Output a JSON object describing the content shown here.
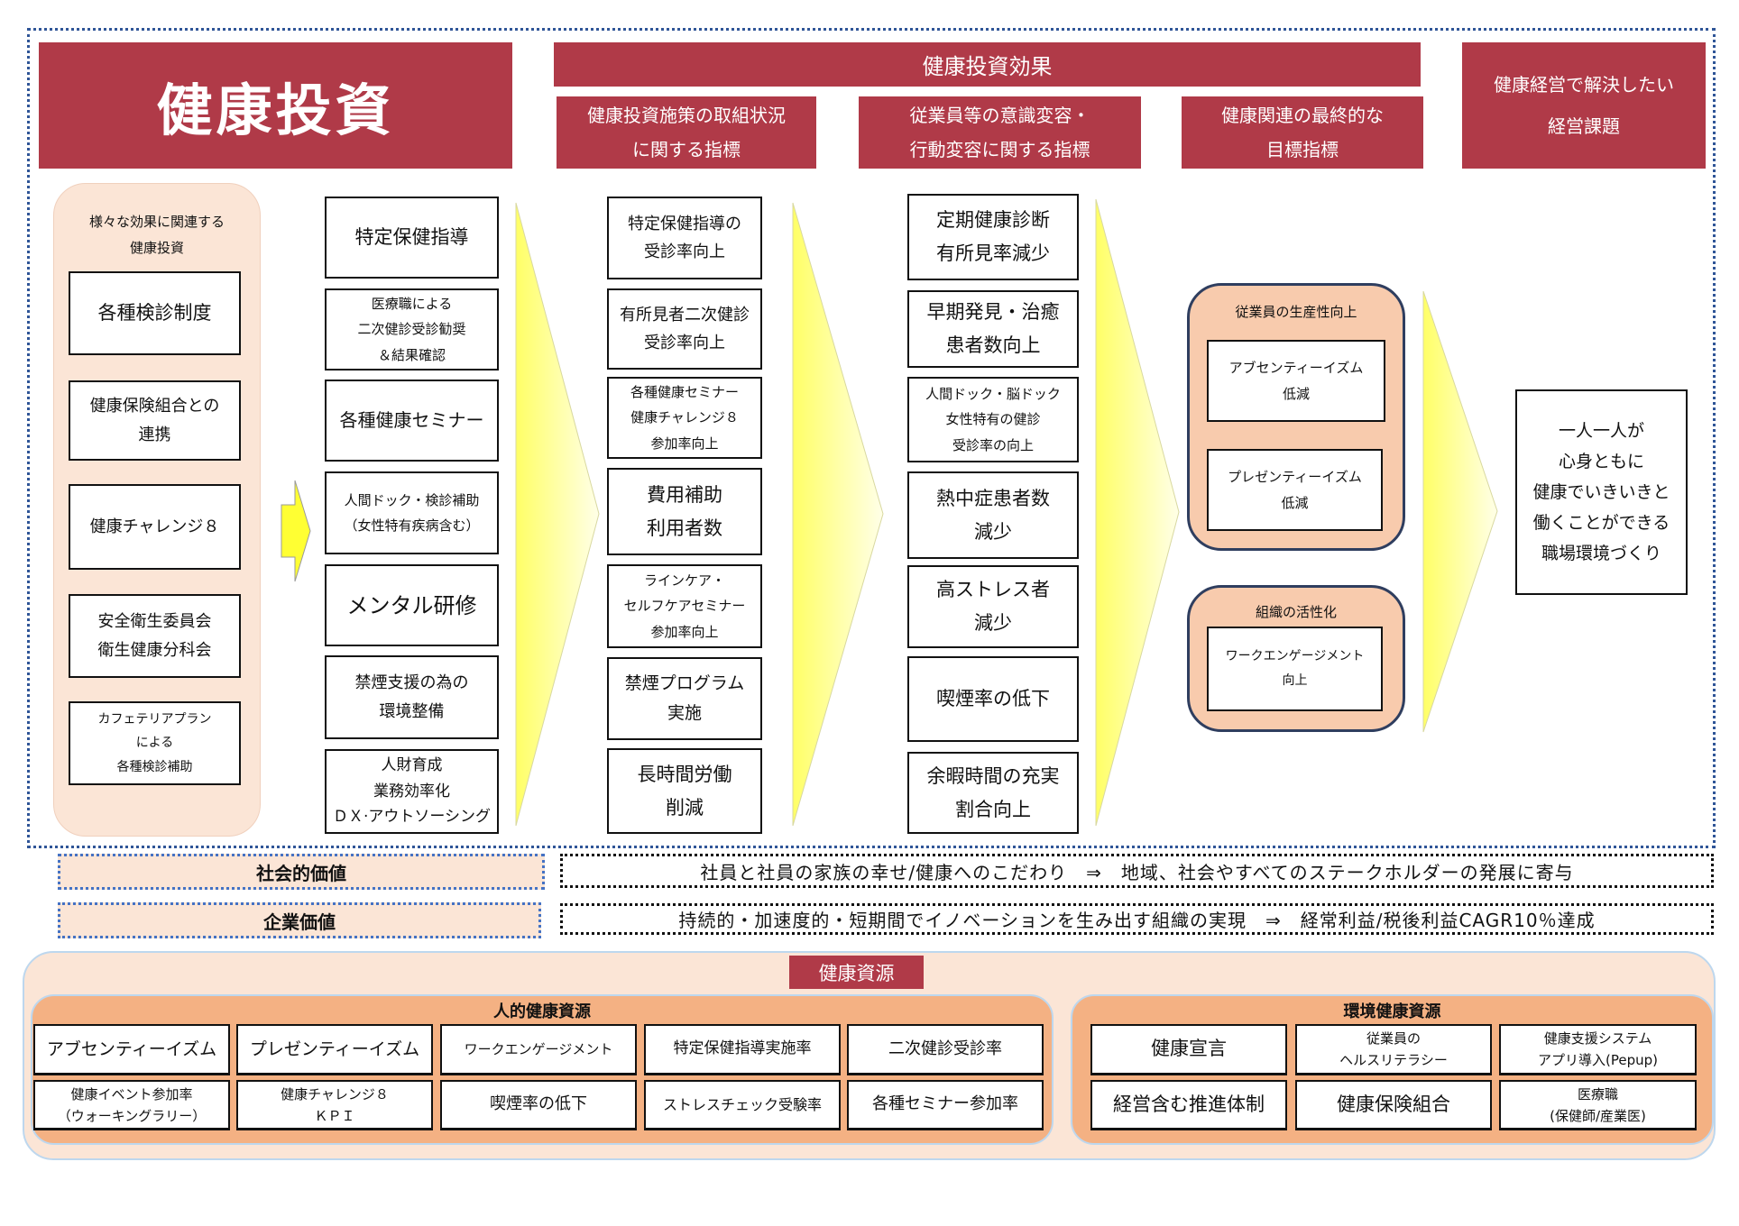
{
  "header": {
    "main_title": "健康投資",
    "effects_title": "健康投資効果",
    "sub1": "健康投資施策の取組状況\nに関する指標",
    "sub2": "従業員等の意識変容・\n行動変容に関する指標",
    "sub3": "健康関連の最終的な\n目標指標",
    "issues": "健康経営で解決したい\n経営課題"
  },
  "investments": {
    "caption": "様々な効果に関連する\n健康投資",
    "items": [
      "各種検診制度",
      "健康保険組合との\n連携",
      "健康チャレンジ８",
      "安全衛生委員会\n衛生健康分科会",
      "カフェテリアプラン\nによる\n各種検診補助"
    ]
  },
  "measures": [
    "特定保健指導",
    "医療職による\n二次健診受診勧奨\n＆結果確認",
    "各種健康セミナー",
    "人間ドック・検診補助\n（女性特有疾病含む）",
    "メンタル研修",
    "禁煙支援の為の\n環境整備",
    "人財育成\n業務効率化\nＤＸ·アウトソーシング"
  ],
  "indicators": [
    "特定保健指導の\n受診率向上",
    "有所見者二次健診\n受診率向上",
    "各種健康セミナー\n健康チャレンジ８\n参加率向上",
    "費用補助\n利用者数",
    "ラインケア・\nセルフケアセミナー\n参加率向上",
    "禁煙プログラム\n実施",
    "長時間労働\n削減"
  ],
  "behavior": [
    "定期健康診断\n有所見率減少",
    "早期発見・治癒\n患者数向上",
    "人間ドック・脳ドック\n女性特有の健診\n受診率の向上",
    "熱中症患者数\n減少",
    "高ストレス者\n減少",
    "喫煙率の低下",
    "余暇時間の充実\n割合向上"
  ],
  "final": {
    "group1_title": "従業員の生産性向上",
    "group1_items": [
      "アブセンティーイズム\n低減",
      "プレゼンティーイズム\n低減"
    ],
    "group2_title": "組織の活性化",
    "group2_items": [
      "ワークエンゲージメント\n向上"
    ]
  },
  "goal": "一人一人が\n心身ともに\n健康でいきいきと\n働くことができる\n職場環境づくり",
  "values": {
    "social_label": "社会的価値",
    "social_text": "社員と社員の家族の幸せ/健康へのこだわり　⇒　地域、社会やすべてのステークホルダーの発展に寄与",
    "corporate_label": "企業価値",
    "corporate_text": "持続的・加速度的・短期間でイノベーションを生み出す組織の実現　⇒　経常利益/税後利益CAGR10％達成"
  },
  "resources": {
    "title": "健康資源",
    "human_title": "人的健康資源",
    "human": [
      "アブセンティーイズム",
      "プレゼンティーイズム",
      "ワークエンゲージメント",
      "特定保健指導実施率",
      "二次健診受診率",
      "健康イベント参加率\n（ウォーキングラリー）",
      "健康チャレンジ８\nＫＰＩ",
      "喫煙率の低下",
      "ストレスチェック受験率",
      "各種セミナー参加率"
    ],
    "env_title": "環境健康資源",
    "env": [
      "健康宣言",
      "従業員の\nヘルスリテラシー",
      "健康支援システム\nアプリ導入(Pepup)",
      "経営含む推進体制",
      "健康保険組合",
      "医療職\n(保健師/産業医)"
    ]
  },
  "colors": {
    "brand_red": "#B03A48",
    "peach": "#FBE5D6",
    "orange": "#F4B183",
    "arrow_yellow": "#FFFF66"
  }
}
